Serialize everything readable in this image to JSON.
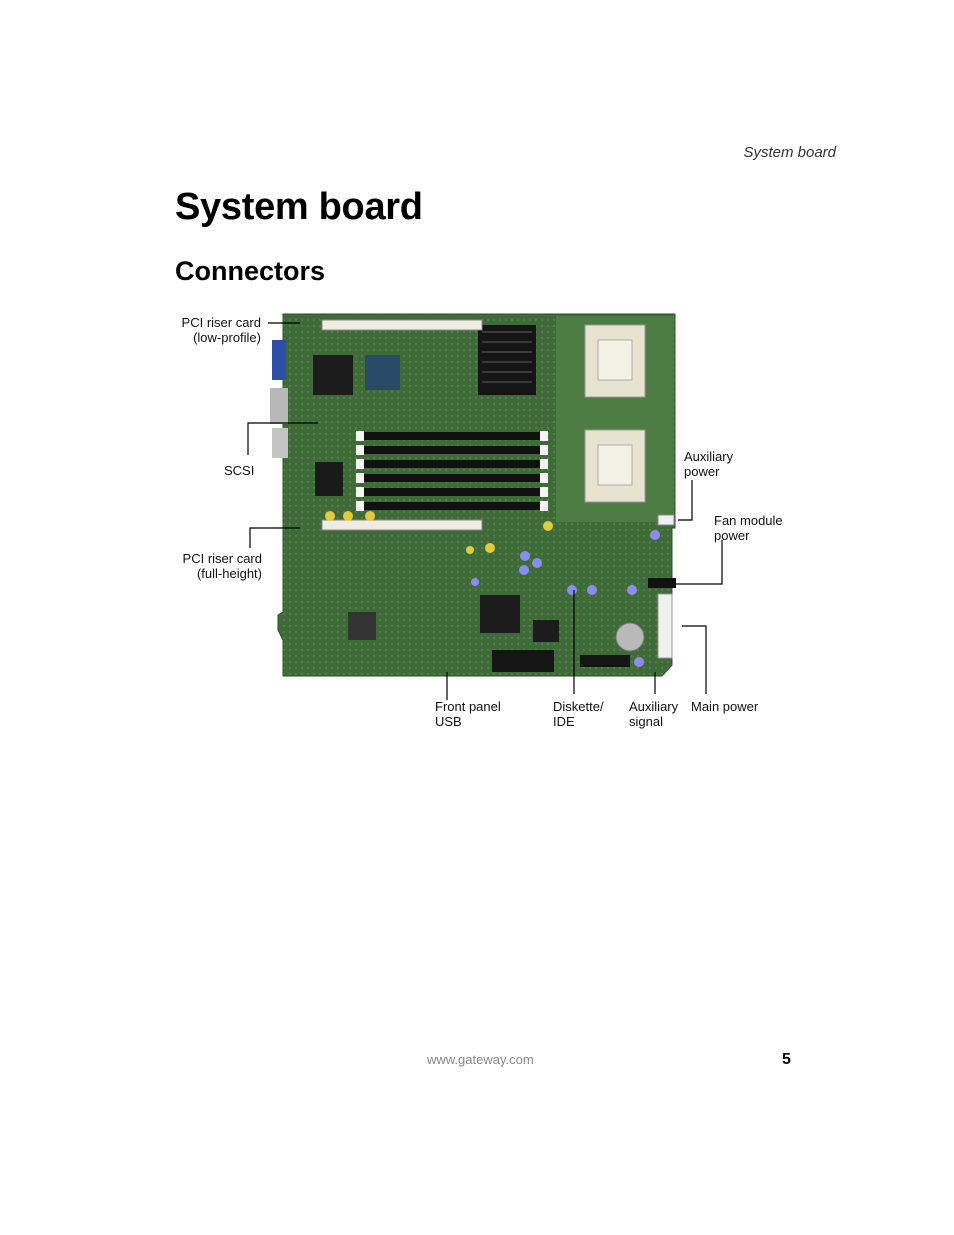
{
  "running_head": "System board",
  "title": "System board",
  "subtitle": "Connectors",
  "callouts": {
    "pci_low": [
      "PCI riser card",
      "(low-profile)"
    ],
    "scsi": [
      "SCSI"
    ],
    "pci_full": [
      "PCI riser card",
      "(full-height)"
    ],
    "aux_power": [
      "Auxiliary",
      "power"
    ],
    "fan_power": [
      "Fan module",
      "power"
    ],
    "front_usb": [
      "Front panel",
      "USB"
    ],
    "diskette": [
      "Diskette/",
      "IDE"
    ],
    "aux_signal": [
      "Auxiliary",
      "signal"
    ],
    "main_power": [
      "Main power"
    ]
  },
  "footer": {
    "url": "www.gateway.com",
    "page": "5"
  }
}
